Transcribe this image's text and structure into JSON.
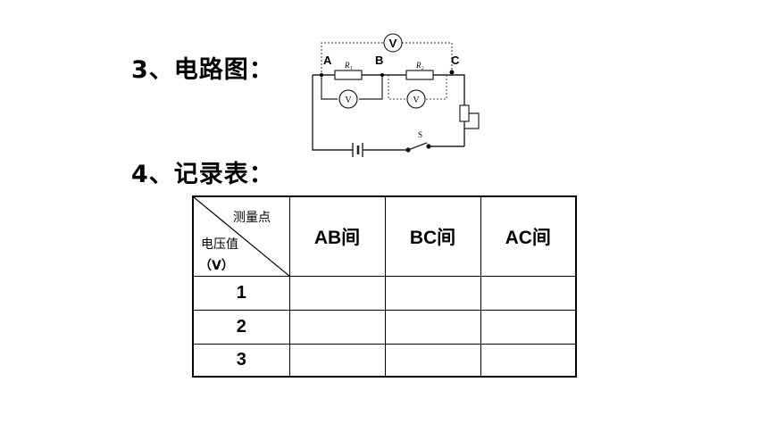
{
  "headings": {
    "circuit": "3、电路图：",
    "record": "4、记录表："
  },
  "circuit": {
    "point_a": "A",
    "point_b": "B",
    "point_c": "C",
    "meter_symbol": "V",
    "r1": "R₁",
    "r2": "R₂",
    "switch": "S"
  },
  "table": {
    "corner_top": "测量点",
    "corner_mid": "电压值",
    "corner_unit": "（V）",
    "columns": [
      "AB间",
      "BC间",
      "AC间"
    ],
    "rows": [
      "1",
      "2",
      "3"
    ]
  }
}
